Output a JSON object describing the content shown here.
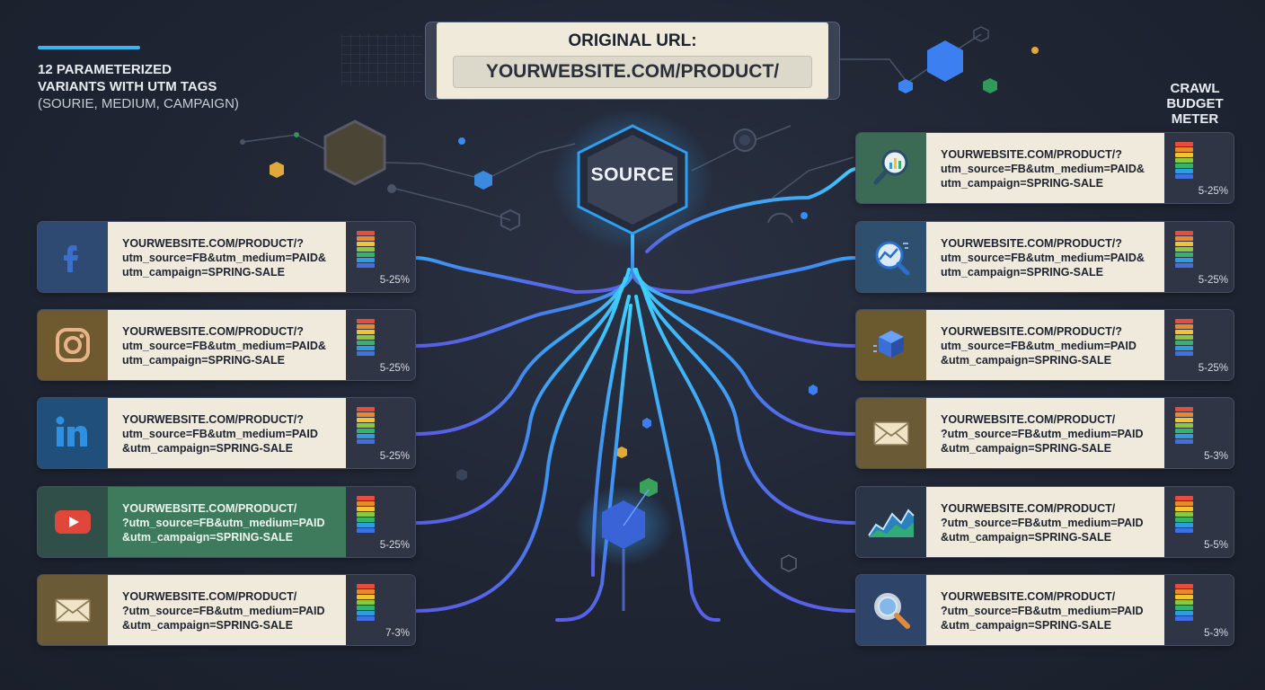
{
  "header": {
    "line1": "12 PARAMETERIZED",
    "line2": "VARIANTS WITH UTM TAGS",
    "line3": "(SOURIE, MEDIUM, CAMPAIGN)"
  },
  "original": {
    "title": "ORIGINAL URL:",
    "url": "YOURWEBSITE.COM/PRODUCT/"
  },
  "source_label": "SOURCE",
  "meter_title": [
    "CRAWL",
    "BUDGET",
    "METER"
  ],
  "colors": {
    "background": "#1f2533",
    "accent": "#35b7f5",
    "card_text_bg": "#efeadb",
    "meter": [
      "#e74c3c",
      "#e8892e",
      "#f2c230",
      "#8dc63f",
      "#33b36b",
      "#2f9be0",
      "#3f6fe0"
    ]
  },
  "left_cards": [
    {
      "icon": "facebook-icon",
      "icon_bg": "#2e4a72",
      "lines": [
        "YOURWEBSITE.COM/PRODUCT/?",
        "utm_source=FB&utm_medium=PAID&",
        "utm_campaign=SPRING-SALE"
      ],
      "percent": "5-25%"
    },
    {
      "icon": "instagram-icon",
      "icon_bg": "#6e5a2e",
      "lines": [
        "YOURWEBSITE.COM/PRODUCT/?",
        "utm_source=FB&utm_medium=PAID&",
        "utm_campaign=SPRING-SALE"
      ],
      "percent": "5-25%"
    },
    {
      "icon": "linkedin-icon",
      "icon_bg": "#1f4f7a",
      "lines": [
        "YOURWEBSITE.COM/PRODUCT/?",
        "utm_source=FB&utm_medium=PAID",
        "&utm_campaign=SPRING-SALE"
      ],
      "percent": "5-25%"
    },
    {
      "icon": "youtube-icon",
      "icon_bg": "#2f4f48",
      "lines": [
        "YOURWEBSITE.COM/PRODUCT/",
        "?utm_source=FB&utm_medium=PAID",
        "&utm_campaign=SPRING-SALE"
      ],
      "percent": "5-25%",
      "green": true
    },
    {
      "icon": "email-icon",
      "icon_bg": "#6a5a35",
      "lines": [
        "YOURWEBSITE.COM/PRODUCT/",
        "?utm_source=FB&utm_medium=PAID",
        "&utm_campaign=SPRING-SALE"
      ],
      "percent": "7-3%"
    }
  ],
  "right_cards": [
    {
      "icon": "analytics-search-icon",
      "icon_bg": "#3b6a55",
      "lines": [
        "YOURWEBSITE.COM/PRODUCT/?",
        "utm_source=FB&utm_medium=PAID&",
        "utm_campaign=SPRING-SALE"
      ],
      "percent": "5-25%"
    },
    {
      "icon": "chart-search-icon",
      "icon_bg": "#2e4f6e",
      "lines": [
        "YOURWEBSITE.COM/PRODUCT/?",
        "utm_source=FB&utm_medium=PAID&",
        "utm_campaign=SPRING-SALE"
      ],
      "percent": "5-25%"
    },
    {
      "icon": "cube-icon",
      "icon_bg": "#6a5a2e",
      "lines": [
        "YOURWEBSITE.COM/PRODUCT/?",
        "utm_source=FB&utm_medium=PAID",
        "&utm_campaign=SPRING-SALE"
      ],
      "percent": "5-25%"
    },
    {
      "icon": "envelope-icon",
      "icon_bg": "#6a5a35",
      "lines": [
        "YOURWEBSITE.COM/PRODUCT/",
        "?utm_source=FB&utm_medium=PAID",
        "&utm_campaign=SPRING-SALE"
      ],
      "percent": "5-3%"
    },
    {
      "icon": "area-chart-icon",
      "icon_bg": "#2b3548",
      "lines": [
        "YOURWEBSITE.COM/PRODUCT/",
        "?utm_source=FB&utm_medium=PAID",
        "&utm_campaign=SPRING-SALE"
      ],
      "percent": "5-5%"
    },
    {
      "icon": "magnifier-icon",
      "icon_bg": "#2e4468",
      "lines": [
        "YOURWEBSITE.COM/PRODUCT/",
        "?utm_source=FB&utm_medium=PAID",
        "&utm_campaign=SPRING-SALE"
      ],
      "percent": "5-3%"
    }
  ]
}
